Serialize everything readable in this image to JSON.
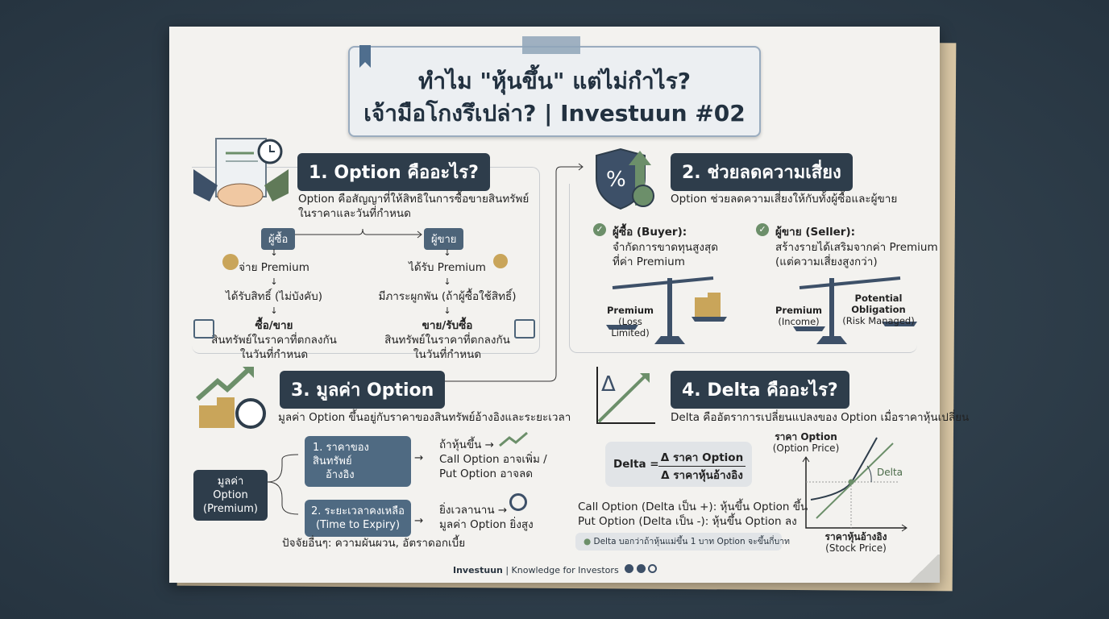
{
  "title": {
    "line1": "ทำไม \"หุ้นขึ้น\" แต่ไม่กำไร?",
    "line2": "เจ้ามือโกงรึเปล่า? | Investuun #02"
  },
  "s1": {
    "heading": "1. Option คืออะไร?",
    "desc1": "Option คือสัญญาที่ให้สิทธิในการซื้อขายสินทรัพย์",
    "desc2": "ในราคาและวันที่กำหนด",
    "buyer": {
      "label": "ผู้ซื้อ",
      "step1": "จ่าย Premium",
      "step2": "ได้รับสิทธิ์ (ไม่บังคับ)",
      "step3": "ซื้อ/ขาย",
      "step4": "สินทรัพย์ในราคาที่ตกลงกัน",
      "step5": "ในวันที่กำหนด"
    },
    "seller": {
      "label": "ผู้ขาย",
      "step1": "ได้รับ Premium",
      "step2": "มีภาระผูกพัน (ถ้าผู้ซื้อใช้สิทธิ์)",
      "step3": "ขาย/รับซื้อ",
      "step4": "สินทรัพย์ในราคาที่ตกลงกัน",
      "step5": "ในวันที่กำหนด"
    }
  },
  "s2": {
    "heading": "2. ช่วยลดความเสี่ยง",
    "desc": "Option ช่วยลดความเสี่ยงให้กับทั้งผู้ซื้อและผู้ขาย",
    "buyer": {
      "title": "ผู้ซื้อ (Buyer):",
      "l1": "จำกัดการขาดทุนสูงสุด",
      "l2": "ที่ค่า Premium",
      "scale_left1": "Premium",
      "scale_left2": "(Loss Limited)"
    },
    "seller": {
      "title": "ผู้ขาย (Seller):",
      "l1": "สร้างรายได้เสริมจากค่า Premium",
      "l2": "(แต่ความเสี่ยงสูงกว่า)",
      "scale_left1": "Premium",
      "scale_left2": "(Income)",
      "scale_right1": "Potential",
      "scale_right2": "Obligation",
      "scale_right3": "(Risk Managed)"
    }
  },
  "s3": {
    "heading": "3. มูลค่า Option",
    "desc": "มูลค่า Option ขึ้นอยู่กับราคาของสินทรัพย์อ้างอิงและระยะเวลา",
    "root1": "มูลค่า Option",
    "root2": "(Premium)",
    "f1a": "1. ราคาของสินทรัพย์",
    "f1b": "อ้างอิง",
    "r1a": "ถ้าหุ้นขึ้น →",
    "r1b": "Call Option อาจเพิ่ม /",
    "r1c": "Put Option อาจลด",
    "f2a": "2. ระยะเวลาคงเหลือ",
    "f2b": "(Time to Expiry)",
    "r2a": "ยิ่งเวลานาน →",
    "r2b": "มูลค่า Option ยิ่งสูง",
    "other": "ปัจจัยอื่นๆ: ความผันผวน, อัตราดอกเบี้ย"
  },
  "s4": {
    "heading": "4. Delta คืออะไร?",
    "desc": "Delta คืออัตราการเปลี่ยนแปลงของ Option เมื่อราคาหุ้นเปลี่ยน",
    "formula_lhs": "Delta =",
    "formula_num": "Δ ราคา Option",
    "formula_den": "Δ ราคาหุ้นอ้างอิง",
    "call": "Call Option (Delta เป็น +): หุ้นขึ้น Option ขึ้น",
    "put": "Put Option (Delta เป็น -): หุ้นขึ้น Option ลง",
    "note": "Delta บอกว่าถ้าหุ้นแม่ขึ้น 1 บาท Option จะขึ้นกี่บาท",
    "y1": "ราคา Option",
    "y2": "(Option Price)",
    "x1": "ราคาหุ้นอ้างอิง",
    "x2": "(Stock Price)",
    "tangent": "Delta",
    "icon_symbol": "Δ"
  },
  "footer": {
    "brand": "Investuun",
    "tagline": "| Knowledge for Investors"
  },
  "colors": {
    "background": "#2e3d4a",
    "header": "#2e3d4b",
    "accent_green": "#6c8f6a",
    "box_blue": "#4f6a82"
  }
}
